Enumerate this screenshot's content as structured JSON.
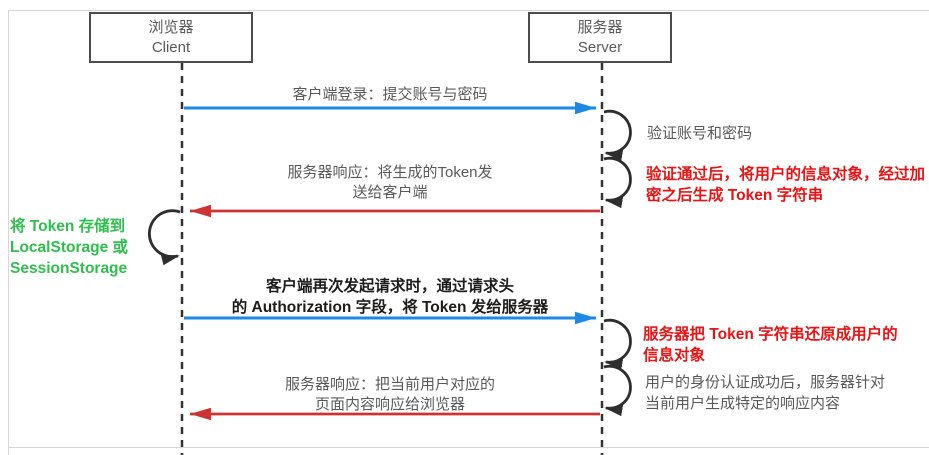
{
  "actors": {
    "client": {
      "title": "浏览器",
      "subtitle": "Client"
    },
    "server": {
      "title": "服务器",
      "subtitle": "Server"
    }
  },
  "messages": {
    "login": "客户端登录：提交账号与密码",
    "token_response": "服务器响应：将生成的Token发\n送给客户端",
    "auth_request": "客户端再次发起请求时，通过请求头\n的 Authorization 字段，将 Token 发给服务器",
    "page_response": "服务器响应：把当前用户对应的\n页面内容响应给浏览器"
  },
  "notes": {
    "verify_credentials": "验证账号和密码",
    "generate_token": "验证通过后，将用户的信息对象，经过加\n密之后生成 Token 字符串",
    "store_token": "将 Token 存储到\nLocalStorage 或\nSessionStorage",
    "restore_token": "服务器把 Token 字符串还原成用户的\n信息对象",
    "generate_response": "用户的身份认证成功后，服务器针对\n当前用户生成特定的响应内容"
  },
  "colors": {
    "blue_arrow": "#1E88E5",
    "red_arrow": "#CE3333",
    "loop_dark": "#2e2e2e",
    "lifeline_dark": "#333333",
    "red_text": "#E81414",
    "green_text": "#2FBF4F",
    "gray_text": "#595959",
    "box_border": "#4D4D4D"
  }
}
